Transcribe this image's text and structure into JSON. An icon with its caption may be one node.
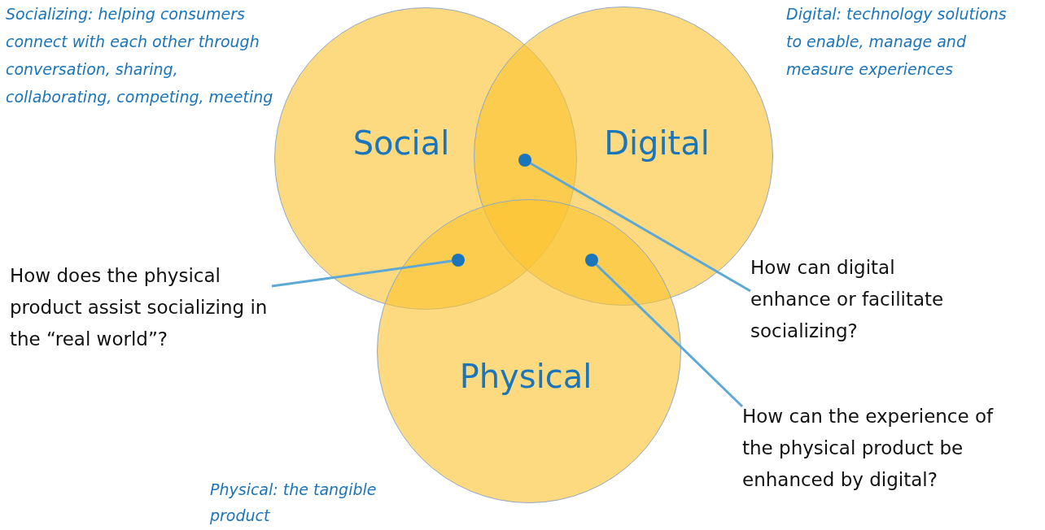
{
  "diagram": {
    "nodes": [
      {
        "text": [
          "Social"
        ]
      },
      {
        "text": [
          "Digital"
        ]
      },
      {
        "text": [
          "Physical"
        ]
      },
      {
        "text": [],
        "shape": "circle"
      },
      {
        "text": [],
        "shape": "circle"
      },
      {
        "text": [],
        "shape": "circle"
      },
      {
        "text": [
          "How does the physical product assist socializing in the “real world”?"
        ]
      },
      {
        "text": [
          "How can digital enhance or facilitate socializing?"
        ]
      },
      {
        "text": [
          "How can the experience of the physical product be enhanced by digital?"
        ]
      }
    ],
    "edges": [
      {
        "from": 6,
        "to": 4,
        "arrow": "none"
      },
      {
        "from": 7,
        "to": 3,
        "arrow": "none"
      },
      {
        "from": 8,
        "to": 5,
        "arrow": "none"
      }
    ],
    "labels": [
      "Socializing: helping consumers connect with each other through conversation, sharing, collaborating, competing, meeting",
      "Digital: technology solutions to enable, manage and measure experiences",
      "Physical: the tangible product"
    ]
  }
}
